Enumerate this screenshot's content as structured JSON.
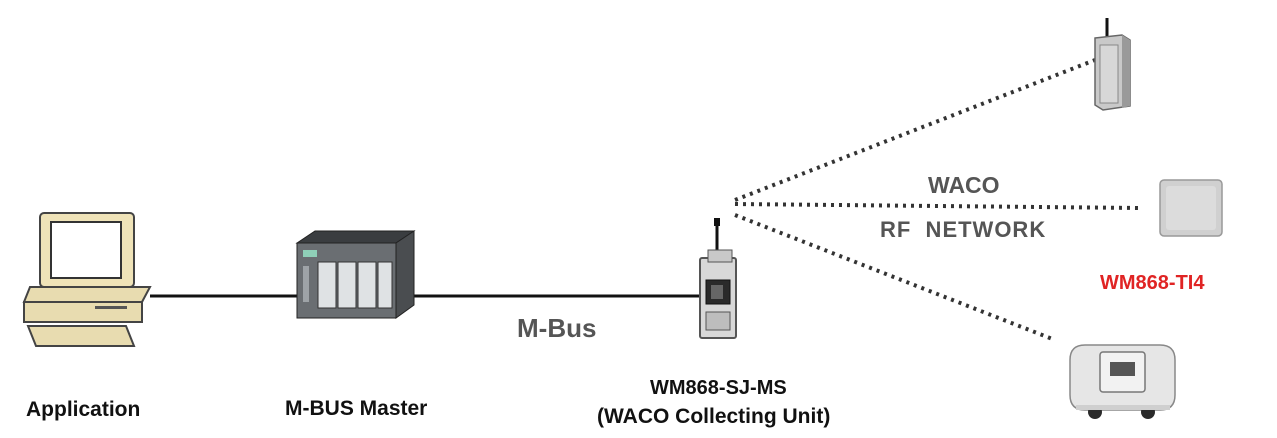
{
  "labels": {
    "application": "Application",
    "mbus_master": "M-BUS Master",
    "mbus": "M-Bus",
    "collector_model": "WM868-SJ-MS",
    "collector_desc": "(WACO Collecting Unit)",
    "waco": "WACO",
    "rf_network": "RF  NETWORK",
    "sensor_model": "WM868-TI4"
  },
  "colors": {
    "line": "#111111",
    "dotted": "#333333",
    "sensor_label": "#e02424",
    "network_text": "#555555"
  },
  "icons": [
    "computer-icon",
    "mbus-master-device-icon",
    "collecting-unit-icon",
    "wireless-sensor-icon",
    "thermo-sensor-icon",
    "meter-sensor-icon"
  ]
}
